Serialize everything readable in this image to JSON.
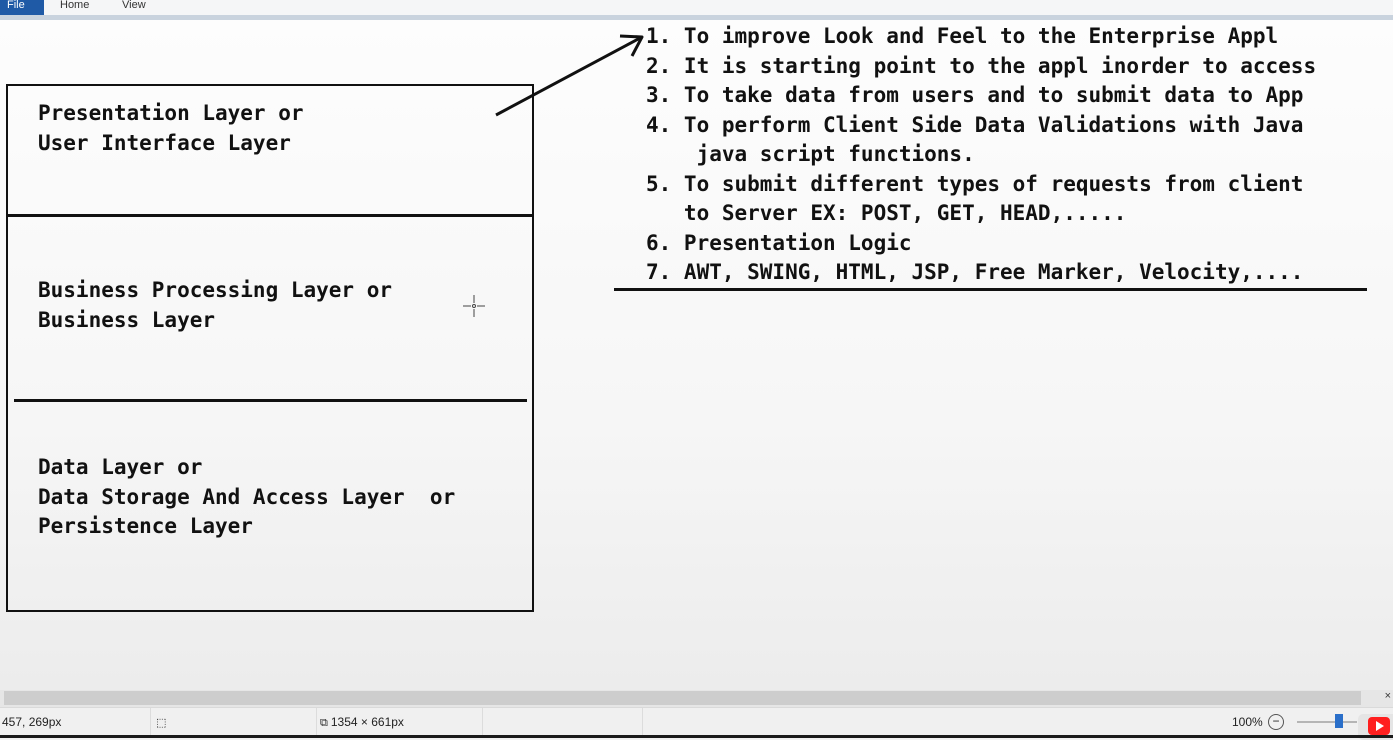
{
  "menu": {
    "tabs": [
      {
        "label": "File"
      },
      {
        "label": "Home"
      },
      {
        "label": "View"
      }
    ]
  },
  "diagram": {
    "layers": [
      {
        "text": "Presentation Layer or\nUser Interface Layer"
      },
      {
        "text": "Business Processing Layer or\nBusiness Layer"
      },
      {
        "text": "Data Layer or\nData Storage And Access Layer  or\nPersistence Layer"
      }
    ],
    "points": "1. To improve Look and Feel to the Enterprise Appl\n2. It is starting point to the appl inorder to access\n3. To take data from users and to submit data to App\n4. To perform Client Side Data Validations with Java\n    java script functions.\n5. To submit different types of requests from client\n   to Server EX: POST, GET, HEAD,.....\n6. Presentation Logic\n7. AWT, SWING, HTML, JSP, Free Marker, Velocity,...."
  },
  "status_bar": {
    "cursor_position": "457, 269px",
    "image_size": "1354 × 661px",
    "zoom": "100%",
    "zoom_minus": "−",
    "zoom_slider_fraction": 0.7
  },
  "icons": {
    "selection": "selection-icon",
    "image_size": "image-size-icon",
    "play": "play-icon"
  },
  "colors": {
    "file_tab": "#1f5aa6",
    "play_button": "#ff1f1f",
    "zoom_thumb": "#2a6fc9"
  }
}
